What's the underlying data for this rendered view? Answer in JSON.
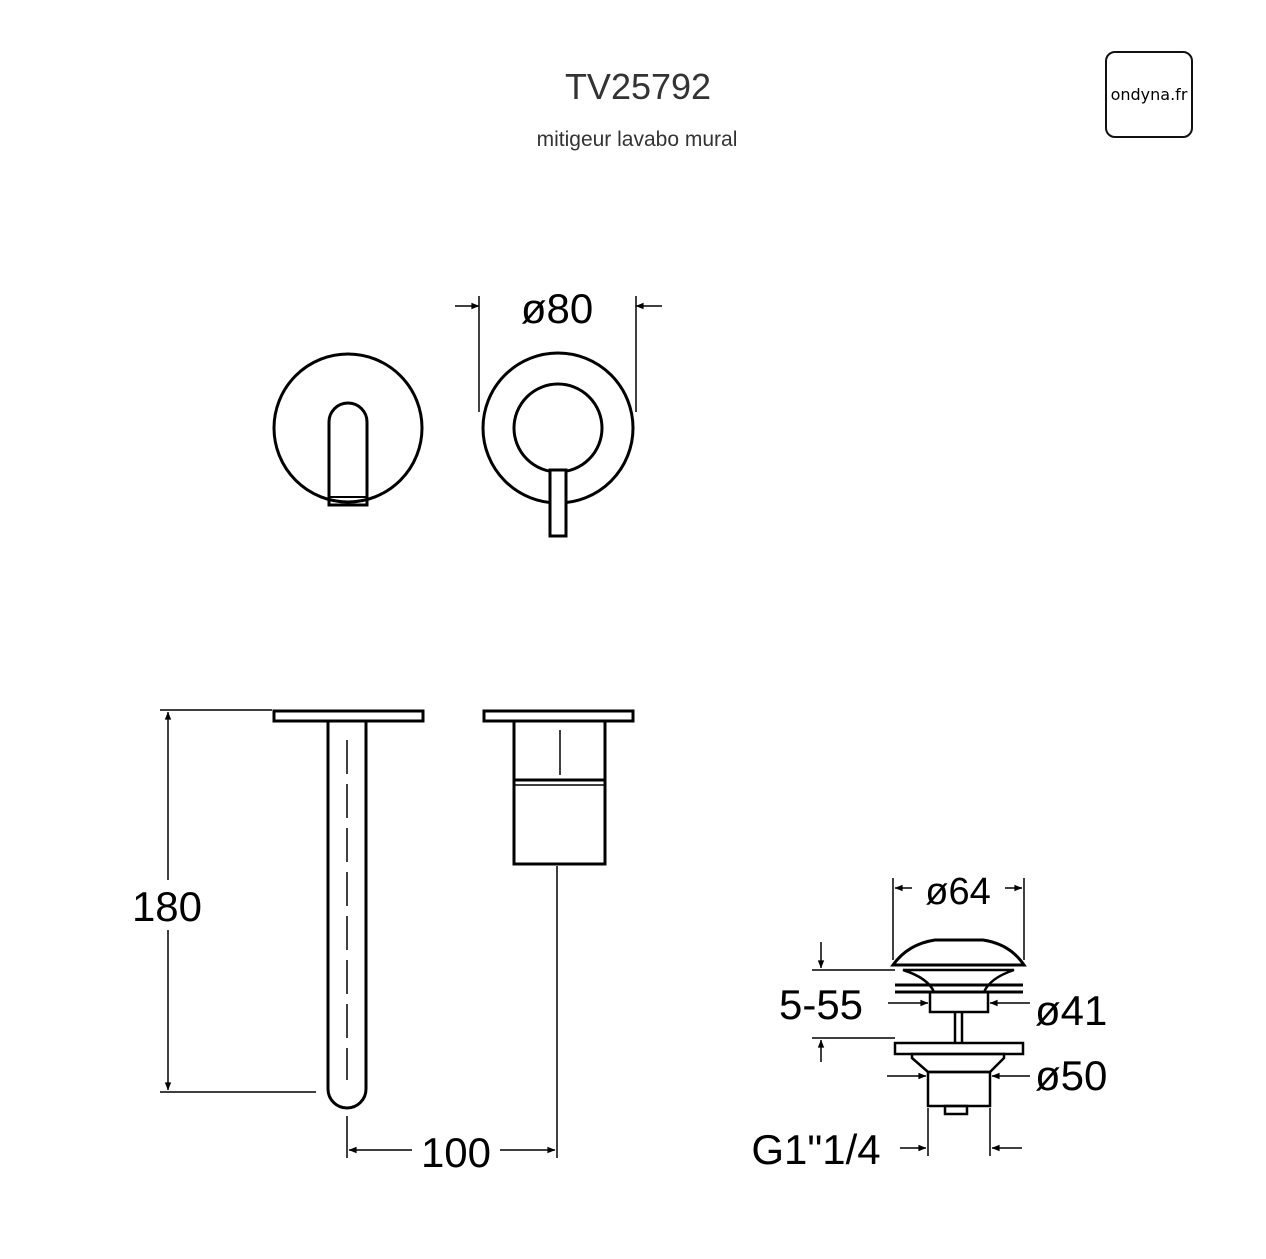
{
  "header": {
    "model": "TV25792",
    "description": "mitigeur lavabo mural"
  },
  "brand": {
    "logo_text": "ondyna.fr"
  },
  "dimensions": {
    "rosette_diameter": "ø80",
    "height": "180",
    "spout_projection": "100",
    "waste_top_diameter": "ø64",
    "waste_range": "5-55",
    "waste_body_diameter": "ø41",
    "waste_flange_diameter": "ø50",
    "waste_thread": "G1\"1/4"
  },
  "colors": {
    "line": "#000000",
    "text": "#333333"
  }
}
